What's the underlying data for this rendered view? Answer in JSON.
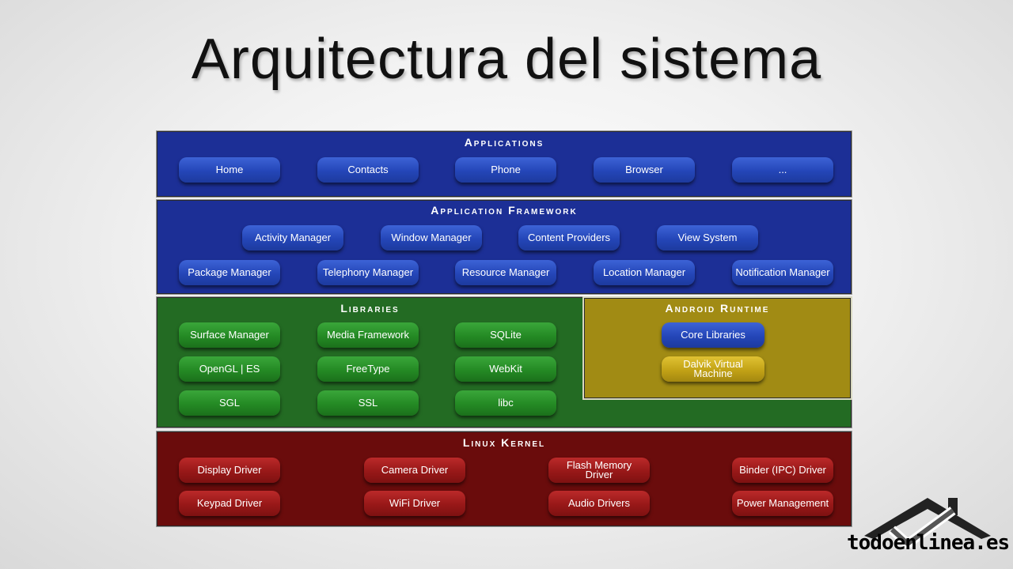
{
  "title": "Arquitectura del sistema",
  "colors": {
    "applications": "#1c2f96",
    "libraries": "#236b23",
    "runtime": "#a18b14",
    "kernel": "#6a0c0c"
  },
  "applications": {
    "title": "Applications",
    "items": [
      "Home",
      "Contacts",
      "Phone",
      "Browser",
      "..."
    ]
  },
  "framework": {
    "title": "Application Framework",
    "row1": [
      "Activity Manager",
      "Window Manager",
      "Content Providers",
      "View System"
    ],
    "row2": [
      "Package Manager",
      "Telephony Manager",
      "Resource Manager",
      "Location Manager",
      "Notification Manager"
    ]
  },
  "libraries": {
    "title": "Libraries",
    "items": [
      "Surface Manager",
      "Media Framework",
      "SQLite",
      "OpenGL | ES",
      "FreeType",
      "WebKit",
      "SGL",
      "SSL",
      "libc"
    ]
  },
  "runtime": {
    "title": "Android Runtime",
    "items": [
      "Core Libraries",
      "Dalvik Virtual Machine"
    ]
  },
  "kernel": {
    "title": "Linux Kernel",
    "items": [
      "Display Driver",
      "Camera Driver",
      "Flash Memory Driver",
      "Binder (IPC) Driver",
      "Keypad Driver",
      "WiFi Driver",
      "Audio Drivers",
      "Power Management"
    ]
  },
  "watermark": {
    "text": "todoenlinea.es",
    "icon": "house-check-logo"
  }
}
